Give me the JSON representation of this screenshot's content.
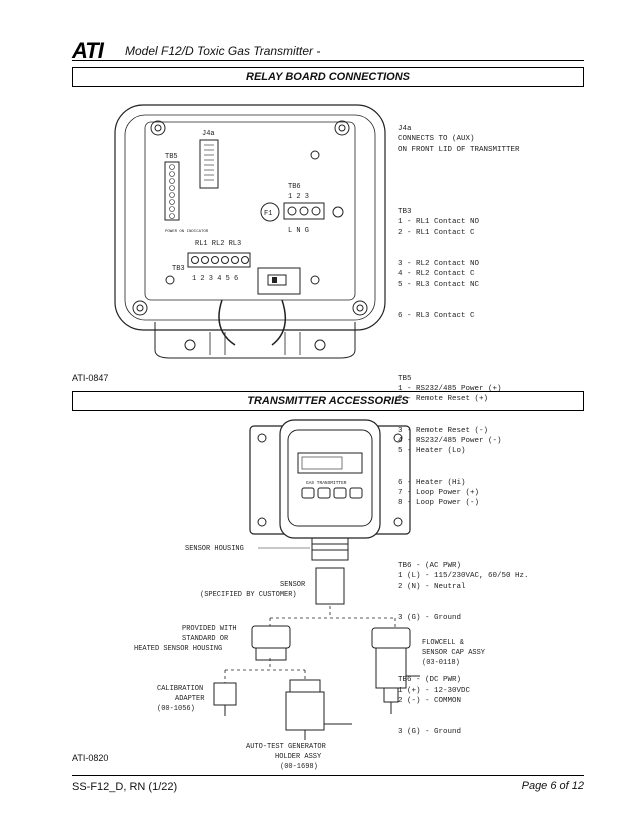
{
  "header": {
    "logo": "ATI",
    "model": "Model  F12/D Toxic Gas Transmitter -"
  },
  "section1": {
    "title": "RELAY BOARD CONNECTIONS",
    "figure_id": "ATI-0847",
    "diagram_labels": {
      "j4a": "J4a",
      "tb5": "TB5",
      "tb6": "TB6",
      "tb3": "TB3",
      "f1": "F1",
      "tb6_terms": "1  2  3",
      "lng": "L    N    G",
      "relays": "RL1 RL2 RL3",
      "tb3_terms": "1 2 3 4 5 6",
      "power_ind": "POWER ON INDICATOR"
    },
    "legend": [
      "J4a",
      "CONNECTS TO (AUX)",
      "ON FRONT LID OF TRANSMITTER",
      "",
      "TB3",
      "1 - RL1 Contact NO",
      "2 - RL1 Contact C",
      "3 - RL2 Contact NO",
      "4 - RL2 Contact C",
      "5 - RL3 Contact NC",
      "6 - RL3 Contact C",
      "",
      "TB5",
      "1 - RS232/485 Power (+)",
      "2 - Remote Reset (+)",
      "3 - Remote Reset (-)",
      "4 - RS232/485 Power (-)",
      "5 - Heater (Lo)",
      "6 - Heater (Hi)",
      "7 - Loop Power (+)",
      "8 - Loop Power (-)",
      "",
      "TB6 - (AC PWR)",
      "1 (L) - 115/230VAC, 60/50 Hz.",
      "2 (N) - Neutral",
      "3 (G) - Ground",
      "",
      "TB6 - (DC PWR)",
      "1 (+) - 12-30VDC",
      "2 (-) - COMMON",
      "3 (G) - Ground"
    ]
  },
  "section2": {
    "title": "TRANSMITTER ACCESSORIES",
    "figure_id": "ATI-0820",
    "labels": {
      "sensor_housing": "SENSOR HOUSING",
      "sensor": "SENSOR",
      "sensor_spec": "(SPECIFIED BY CUSTOMER)",
      "provided_1": "PROVIDED WITH",
      "provided_2": "STANDARD OR",
      "provided_3": "HEATED SENSOR HOUSING",
      "flowcell_1": "FLOWCELL &",
      "flowcell_2": "SENSOR CAP ASSY",
      "flowcell_3": "(03-0118)",
      "cal_1": "CALIBRATION",
      "cal_2": "ADAPTER",
      "cal_3": "(00-1056)",
      "auto_1": "AUTO-TEST GENERATOR",
      "auto_2": "HOLDER ASSY",
      "auto_3": "(00-1698)",
      "display_text": "GAS TRANSMITTER"
    }
  },
  "footer": {
    "doc": "SS-F12_D, RN (1/22)",
    "page": "Page 6 of 12"
  }
}
